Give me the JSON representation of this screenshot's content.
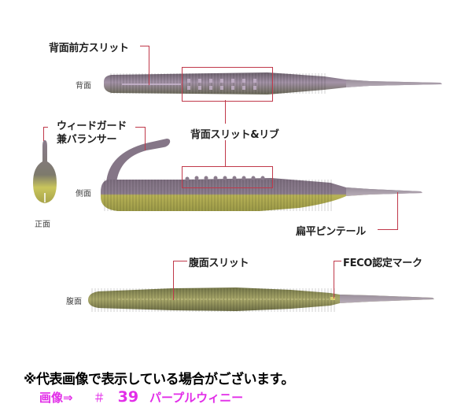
{
  "diagram": {
    "views": {
      "top": "背面",
      "side": "側面",
      "front": "正面",
      "belly": "腹面"
    },
    "callouts": {
      "dorsal_front_slit": "背面前方スリット",
      "dorsal_slit_rib": "背面スリット&リブ",
      "weedguard_line1": "ウィードガード",
      "weedguard_line2": "兼バランサー",
      "flat_pin_tail": "扁平ピンテール",
      "belly_slit": "腹面スリット",
      "feco_mark": "FECO認定マーク"
    },
    "colors": {
      "leader_line": "#c0394a",
      "body_purple": "#8a7a8c",
      "belly_olive": "#b9b45a",
      "caption_magenta": "#e22ee8"
    }
  },
  "footer": {
    "notice": "※代表画像で表示している場合がございます。",
    "caption_prefix": "画像⇒",
    "caption_hash": "＃",
    "caption_number": "39",
    "caption_color_name": "パープルウィニー"
  }
}
